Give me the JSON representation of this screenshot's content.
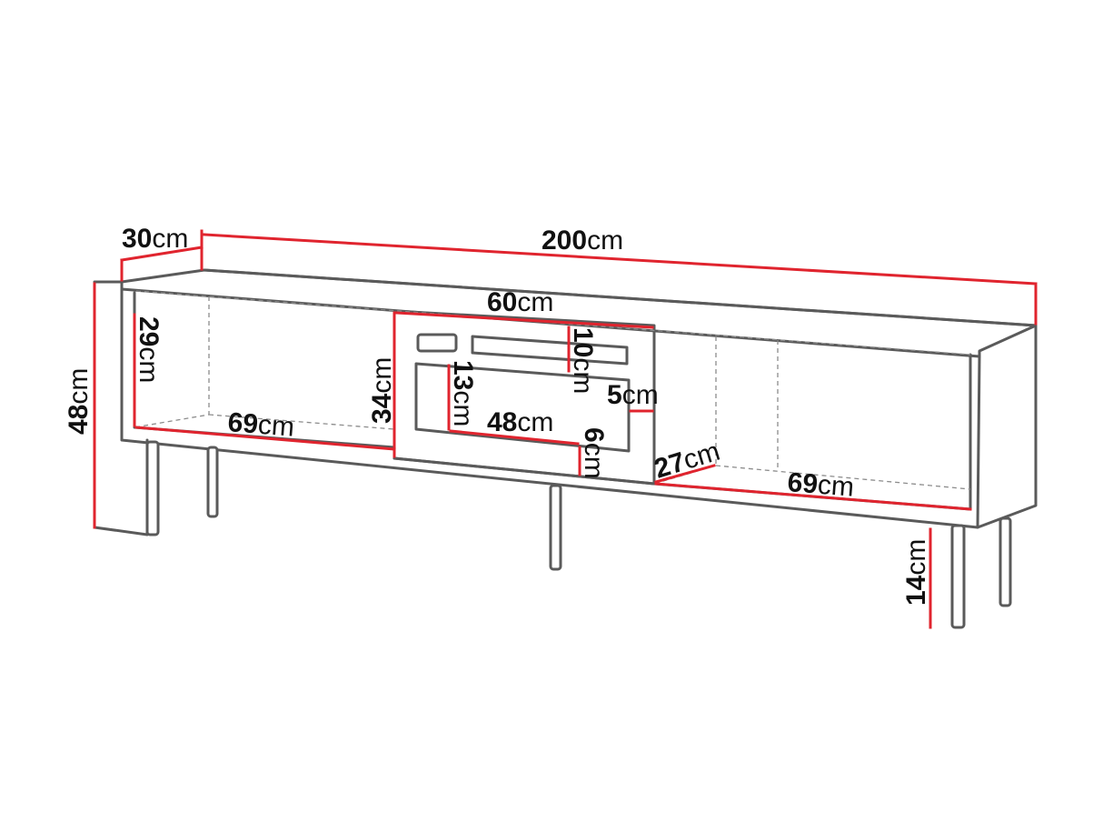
{
  "colors": {
    "outline": "#5a5a5a",
    "dimension": "#e0242e",
    "hidden_edge": "#8c8c8c",
    "text": "#111111",
    "background": "#ffffff"
  },
  "unit": "cm",
  "dimensions": {
    "depth": "30",
    "width": "200",
    "height": "48",
    "center_width": "60",
    "center_height": "34",
    "left_shelf_height": "29",
    "left_shelf_width": "69",
    "flap_height": "10",
    "drawer_opening_height": "13",
    "drawer_opening_width": "48",
    "side_gap": "5",
    "bottom_gap": "6",
    "right_shelf_depth": "27",
    "right_shelf_width": "69",
    "leg_height": "14"
  }
}
